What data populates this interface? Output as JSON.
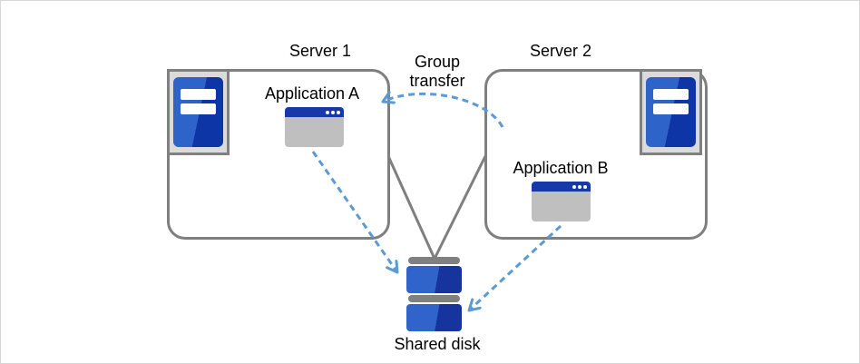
{
  "colors": {
    "arrow_blue": "#5B9BD5",
    "line_gray": "#7F7F7F",
    "titlebar_navy": "#1638A8",
    "server_blue_light": "#2E63C9",
    "server_blue_dark": "#0D35A5",
    "disk_blue_light": "#3164CB",
    "disk_blue_dark": "#16339E",
    "panel_fill": "#DBDBDB",
    "window_body_gray": "#BFBFBF"
  },
  "icons": {
    "server": "server-tower-icon",
    "application": "app-window-icon",
    "disk": "shared-disk-stack-icon"
  },
  "nodes": {
    "server1": {
      "title": "Server 1",
      "app": "Application A"
    },
    "server2": {
      "title": "Server 2",
      "app": "Application B"
    },
    "disk": {
      "label": "Shared disk"
    },
    "group_transfer": {
      "label": "Group\ntransfer"
    }
  }
}
